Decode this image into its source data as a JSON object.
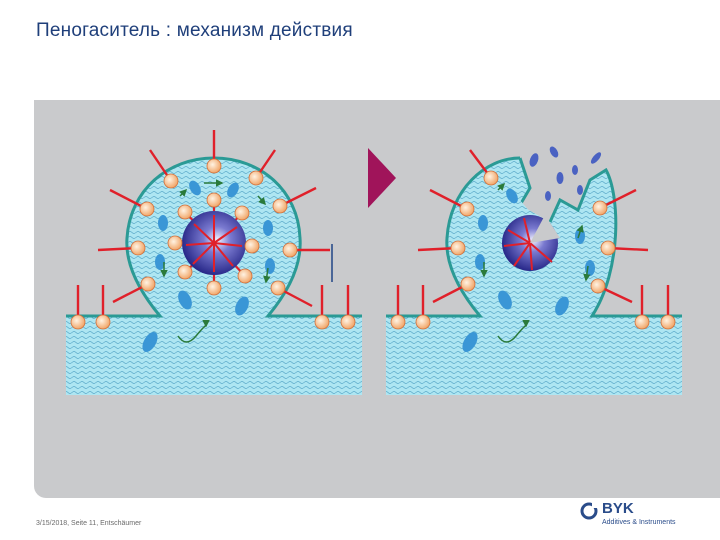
{
  "slide": {
    "title": "Пеногаситель : механизм действия",
    "footer": "3/15/2018, Seite 11, Entschäumer"
  },
  "brand": {
    "name": "BYK",
    "subtitle": "Additives & Instruments"
  },
  "colors": {
    "panel": "#c9cacc",
    "liquid": "#aee6f2",
    "film_border": "#2a9a95",
    "surfactant_head": "#f0b27a",
    "surfactant_tail": "#e0202a",
    "defoamer": "#3a3aa0",
    "arrow": "#2a7a3a",
    "play_arrow": "#a0145a",
    "title": "#1f3f7a"
  },
  "icons": [
    "play-arrow-icon",
    "byk-logo-icon"
  ]
}
